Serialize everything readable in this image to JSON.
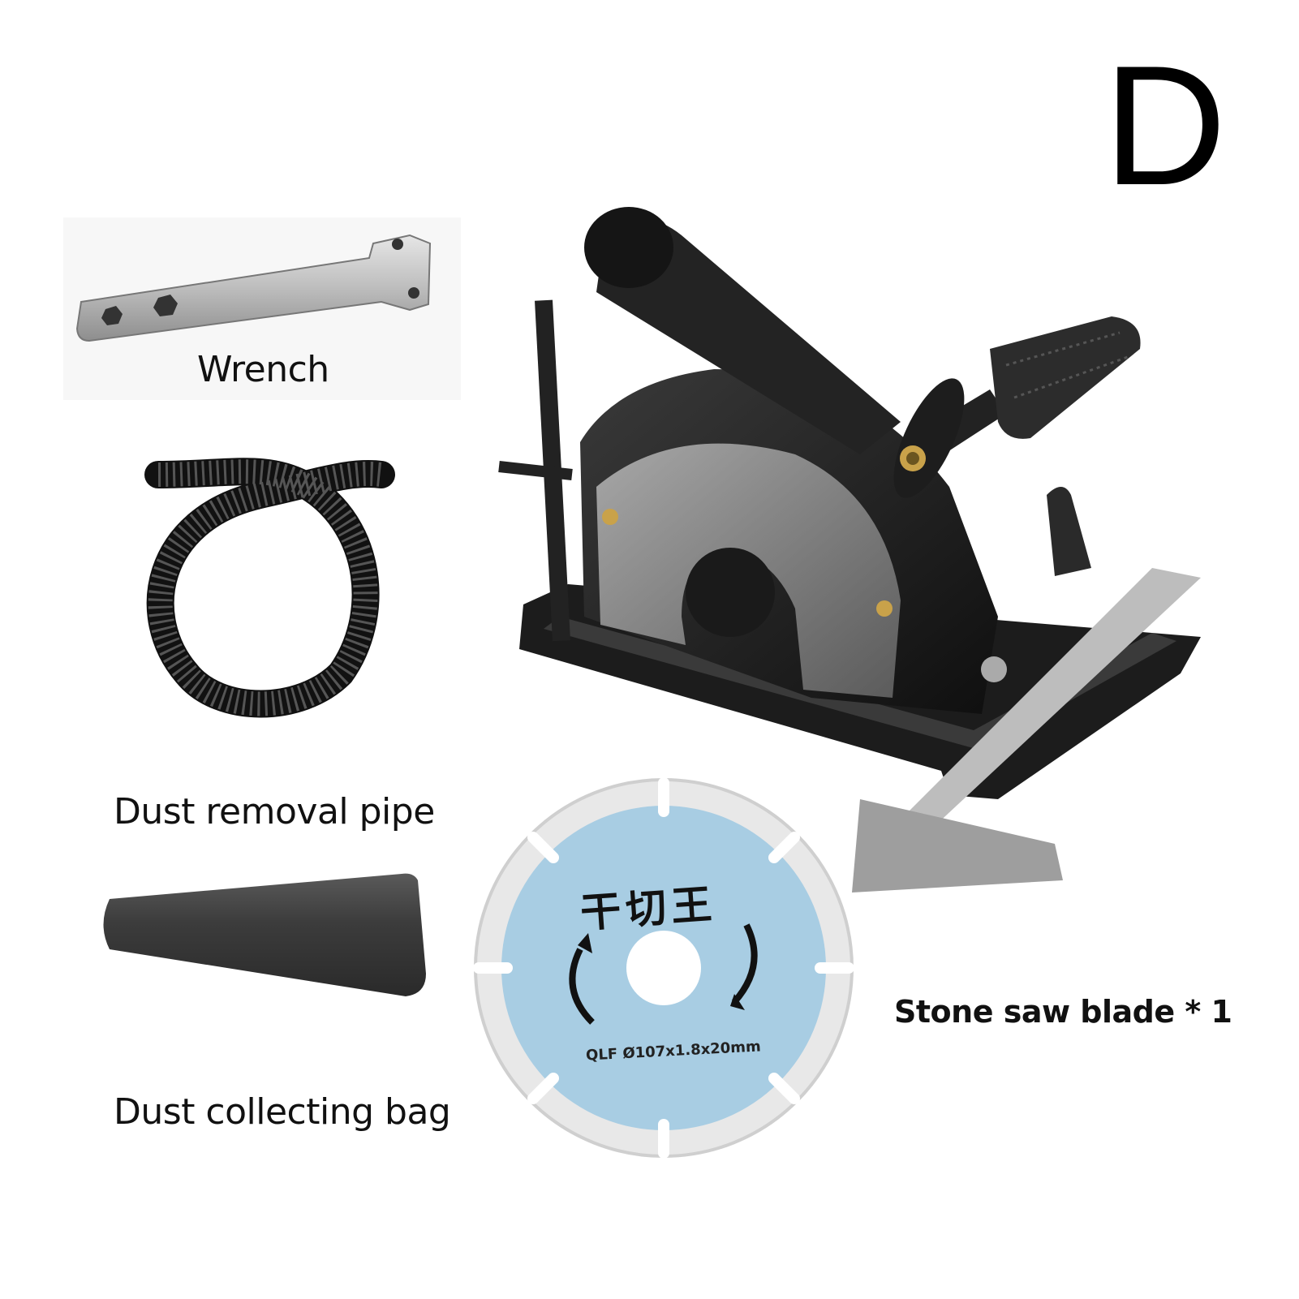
{
  "variant_letter": "D",
  "items": {
    "wrench": {
      "label": "Wrench",
      "icon": "wrench-icon"
    },
    "dust_pipe": {
      "label": "Dust removal pipe",
      "icon": "pipe-icon"
    },
    "dust_bag": {
      "label": "Dust collecting bag",
      "icon": "bag-icon"
    },
    "saw_blade": {
      "label": "Stone saw blade * 1",
      "icon": "saw-blade-icon",
      "blade_logo": "干切王",
      "blade_spec": "QLF Ø107x1.8x20mm"
    },
    "cutting_stand": {
      "icon": "cutting-machine-stand-icon"
    }
  },
  "colors": {
    "background": "#ffffff",
    "machine_black": "#1a1a1a",
    "blade_blue": "#a8cde3",
    "metal_silver": "#c8c8c8",
    "brass": "#c9a24a"
  }
}
